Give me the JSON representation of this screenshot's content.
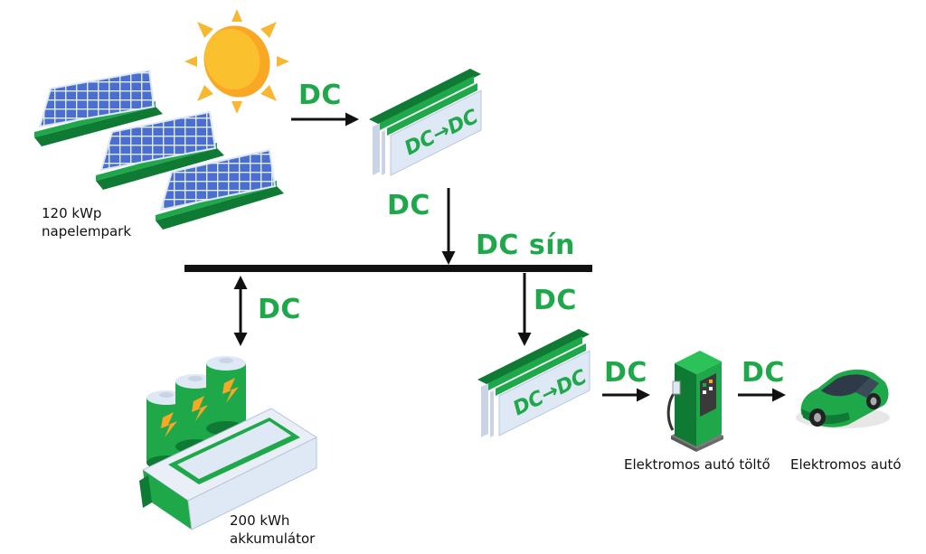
{
  "diagram": {
    "colors": {
      "green": "#1ea84a",
      "dark_green": "#0f7a34",
      "panel_blue": "#4a6fd0",
      "bus": "#111111",
      "sun": "#f7b731",
      "converter_face": "#dfe8f5"
    },
    "flow_labels": {
      "pv_to_converter": "DC",
      "converter_to_bus": "DC",
      "bus_name": "DC sín",
      "bus_battery": "DC",
      "bus_to_converter2": "DC",
      "converter2_to_charger": "DC",
      "charger_to_car": "DC"
    },
    "converter_text": "DC→DC",
    "nodes": {
      "pv_line1": "120 kWp",
      "pv_line2": "napelempark",
      "battery_line1": "200 kWh",
      "battery_line2": "akkumulátor",
      "charger": "Elektromos autó töltő",
      "car": "Elektromos autó"
    }
  }
}
